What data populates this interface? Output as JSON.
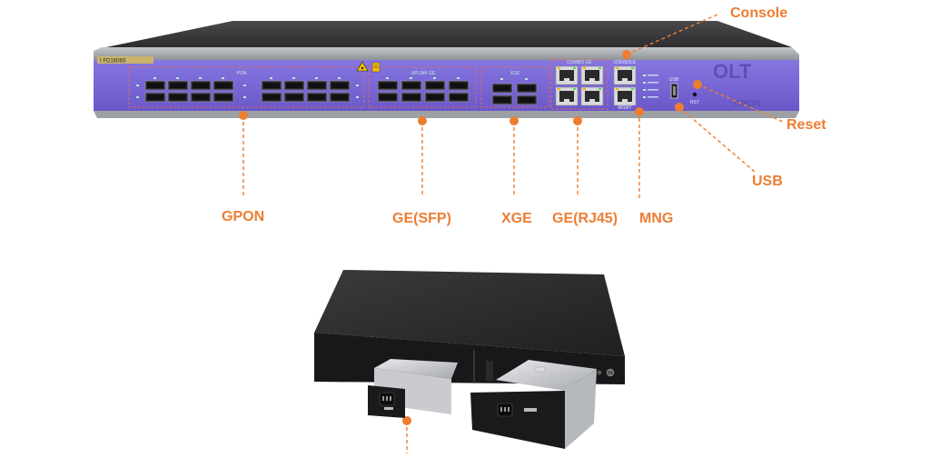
{
  "colors": {
    "accent": "#ED7D31",
    "panel": "#7B68D6",
    "panel_dark": "#5A48B5",
    "chassis_top": "#3A3A3C",
    "chassis_side": "#222224",
    "bracket": "#A9ADB2",
    "sfp_cage": "#2B2B2E",
    "rj45_body": "#D9DADC"
  },
  "callouts": {
    "console": "Console",
    "reset": "Reset",
    "usb": "USB",
    "gpon": "GPON",
    "ge_sfp": "GE(SFP)",
    "xge": "XGE",
    "ge_rj45": "GE(RJ45)",
    "mng": "MNG"
  },
  "device": {
    "logo": "OLT",
    "side_label": "GPON",
    "model": "I FD1608S",
    "group_labels": {
      "pon": "PON",
      "uplink": "UPLINK GE",
      "xge": "XGE",
      "combo": "COMBO GE",
      "console": "CONSOLE",
      "mgmt": "MGMT",
      "usb": "USB",
      "rst": "RST"
    },
    "icons": [
      "laser-warning-icon",
      "caution-label-icon",
      "power-inlet-icon",
      "ground-screw-icon"
    ]
  }
}
